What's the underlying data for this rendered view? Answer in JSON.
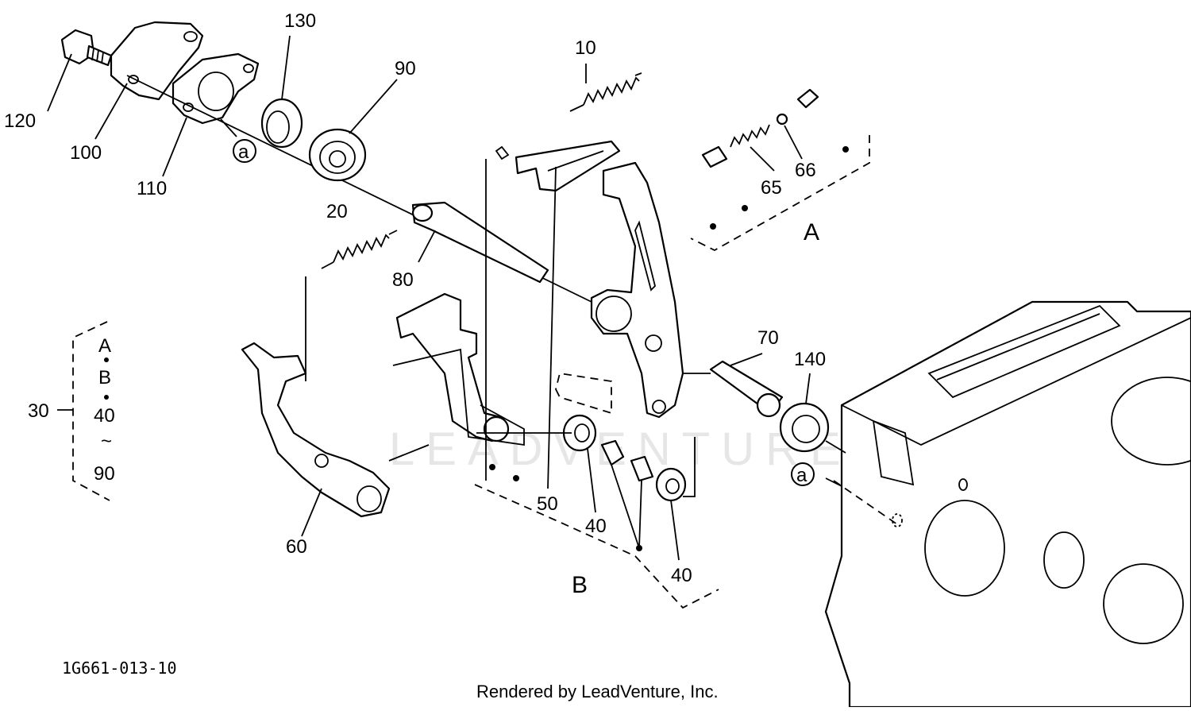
{
  "diagram": {
    "code": "1G661-013-10",
    "credit": "Rendered by LeadVenture, Inc.",
    "watermark": "LEADVENTURE",
    "callouts": {
      "p10": "10",
      "p20": "20",
      "p30": "30",
      "p40a": "40",
      "p40b": "40",
      "p50": "50",
      "p60": "60",
      "p65": "65",
      "p66": "66",
      "p70": "70",
      "p80": "80",
      "p90": "90",
      "p100": "100",
      "p110": "110",
      "p120": "120",
      "p130": "130",
      "p140": "140"
    },
    "groups": {
      "a": "A",
      "b": "B"
    },
    "markers": {
      "a1": "a",
      "a2": "a"
    },
    "legend_30": {
      "l1": "A",
      "l2": "B",
      "l3": "40",
      "l4": "~",
      "l5": "90"
    }
  }
}
